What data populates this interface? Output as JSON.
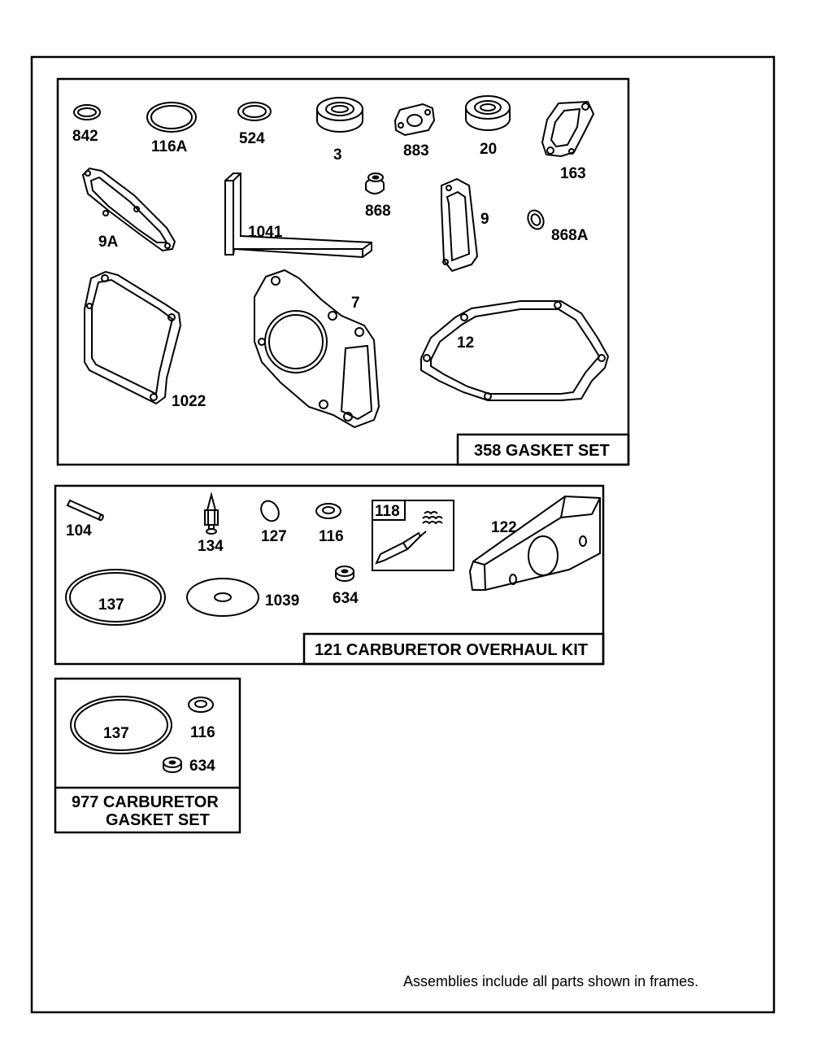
{
  "frames": {
    "gasket_set": {
      "title": "358 GASKET SET",
      "labels": {
        "p842": "842",
        "p116a": "116A",
        "p524": "524",
        "p3": "3",
        "p883": "883",
        "p20": "20",
        "p163": "163",
        "p9a": "9A",
        "p1041": "1041",
        "p868": "868",
        "p9": "9",
        "p868a": "868A",
        "p7": "7",
        "p12": "12",
        "p1022": "1022"
      }
    },
    "overhaul_kit": {
      "title": "121 CARBURETOR OVERHAUL KIT",
      "labels": {
        "p104": "104",
        "p134": "134",
        "p127": "127",
        "p116": "116",
        "p118": "118",
        "p122": "122",
        "p137": "137",
        "p1039": "1039",
        "p634": "634"
      }
    },
    "carb_gasket_set": {
      "title_line1": "977 CARBURETOR",
      "title_line2": "GASKET SET",
      "labels": {
        "p137": "137",
        "p116": "116",
        "p634": "634"
      }
    }
  },
  "footer_note": "Assemblies include all parts shown in frames."
}
